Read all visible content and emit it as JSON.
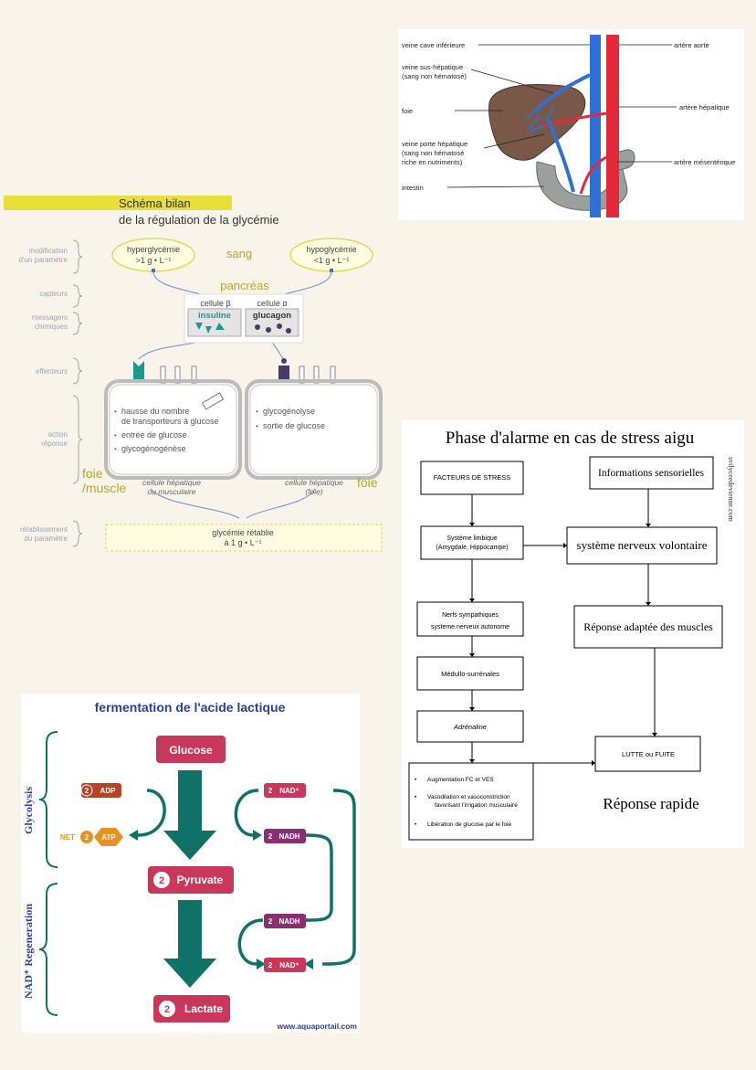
{
  "liver": {
    "labels": {
      "veine_cave": "veine cave inférieure",
      "veine_sus_1": "veine sus-hépatique",
      "veine_sus_2": "(sang non hématosé)",
      "foie": "foie",
      "veine_porte_1": "veine porte hépatique",
      "veine_porte_2": "(sang non hématosé",
      "veine_porte_3": "riche en nutriments)",
      "intestin": "intestin",
      "artere_aorte": "artère aorte",
      "artere_hepatique": "artère hépatique",
      "artere_mesenterique": "artère mésentérique"
    }
  },
  "glycemie": {
    "title1": "Schéma bilan",
    "title2": "de la régulation de la glycémie",
    "side": {
      "modif_1": "modification",
      "modif_2": "d'un paramètre",
      "capteurs": "capteurs",
      "messagers_1": "messagers",
      "messagers_2": "chimiques",
      "effecteurs": "effecteurs",
      "action_1": "action",
      "action_2": "réponse",
      "retab_1": "rétablissement",
      "retab_2": "du paramètre"
    },
    "hyper_1": "hyperglycémie",
    "hyper_2": ">1 g • L⁻¹",
    "sang": "sang",
    "hypo_1": "hypoglycémie",
    "hypo_2": "<1 g • L⁻¹",
    "pancreas": "pancréas",
    "cellule_beta": "cellule β",
    "cellule_alpha": "cellule α",
    "insuline": "insuline",
    "glucagon": "glucagon",
    "left_cell": {
      "item1_1": "hausse du nombre",
      "item1_2": "de transporteurs à glucose",
      "item2": "entrée de glucose",
      "item3": "glycogénogénèse"
    },
    "right_cell": {
      "item1": "glycogénolyse",
      "item2": "sortie de glucose"
    },
    "foie_muscle_1": "foie",
    "foie_muscle_2": "/muscle",
    "cell_hep_left_1": "cellule hépatique",
    "cell_hep_left_2": "ou musculaire",
    "cell_hep_right_1": "cellule hépatique",
    "cell_hep_right_2": "(foie)",
    "foie_right": "foie",
    "retabli_1": "glycémie rétablie",
    "retabli_2": "à 1 g • L⁻¹"
  },
  "stress": {
    "title": "Phase d'alarme en cas de stress aigu",
    "watermark": "svtlyceedevienne.com",
    "facteurs": "FACTEURS DE STRESS",
    "infos": "Informations sensorielles",
    "limbique_1": "Système limbique",
    "limbique_2": "(Amygdale, Hippocampe)",
    "volontaire": "système nerveux volontaire",
    "nerfs_1": "Nerfs sympathiques",
    "nerfs_2": "systeme nerveux autonome",
    "reponse_muscles": "Réponse adaptée des muscles",
    "medullo": "Médullo-surrénales",
    "adrenaline": "Adrénaline",
    "lutte": "LUTTE ou FUITE",
    "effects": {
      "e1": "Augmentation FC et VES",
      "e2_1": "Vasodilation et vasoconstriction",
      "e2_2": "favorisant l'irrigation musculaire",
      "e3": "Libération de glucose par le foie"
    },
    "reponse_rapide": "Réponse rapide"
  },
  "fermentation": {
    "title": "fermentation de l'acide lactique",
    "glycolysis": "Glycolysis",
    "regeneration": "NAD⁺ Regeneration",
    "glucose": "Glucose",
    "pyruvate": "Pyruvate",
    "lactate": "Lactate",
    "two": "2",
    "adp": "ADP",
    "atp": "ATP",
    "net": "NET",
    "nad_plus": "NAD⁺",
    "nadh": "NADH",
    "footer": "www.aquaportail.com",
    "colors": {
      "teal": "#0e7266",
      "crimson": "#c9385a",
      "purple": "#8a2e73",
      "orange": "#e9921f",
      "brown": "#b84426",
      "navy": "#2c3e9a"
    }
  }
}
